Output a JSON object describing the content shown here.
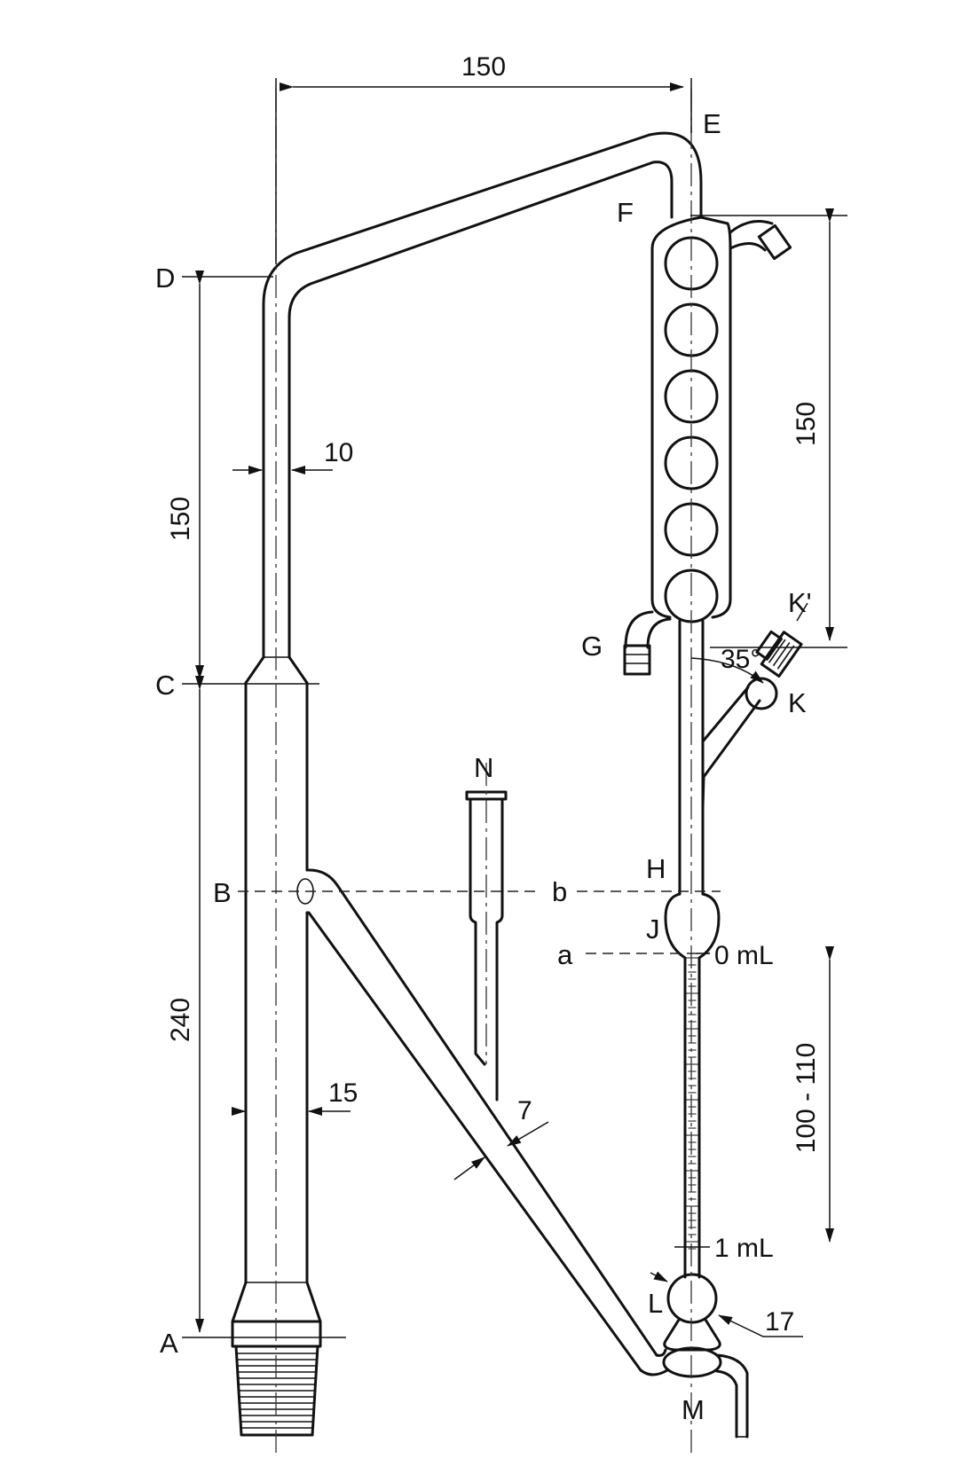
{
  "labels": {
    "A": "A",
    "B": "B",
    "C": "C",
    "D": "D",
    "E": "E",
    "F": "F",
    "G": "G",
    "H": "H",
    "J": "J",
    "K": "K",
    "K_prime": "K'",
    "L": "L",
    "M": "M",
    "N": "N",
    "a": "a",
    "b": "b"
  },
  "dimensions": {
    "top_width": "150",
    "left_upper_height": "150",
    "left_lower_height": "240",
    "right_condenser_height": "150",
    "right_burette_range": "100 - 110",
    "upper_tube_diameter": "10",
    "lower_tube_diameter": "15",
    "side_tube_diameter": "7",
    "bulb_diameter": "17",
    "angle": "35°"
  },
  "graduations": {
    "zero": "0 mL",
    "one": "1 mL"
  }
}
